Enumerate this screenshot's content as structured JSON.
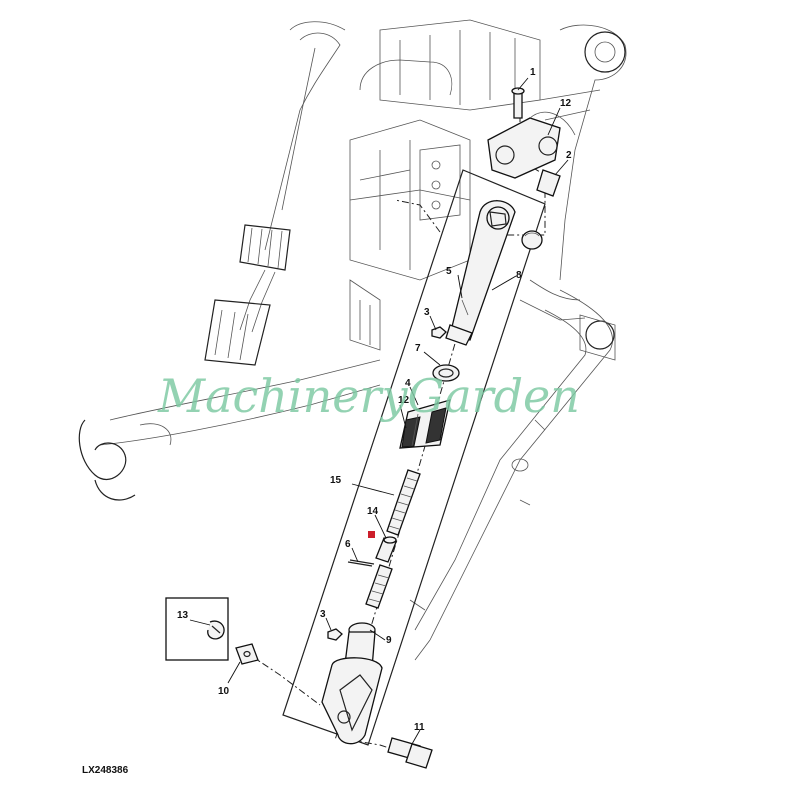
{
  "figure_id": "LX248386",
  "watermark": "MachineryGarden",
  "callouts": [
    {
      "id": "c1",
      "text": "1"
    },
    {
      "id": "c12a",
      "text": "12"
    },
    {
      "id": "c2",
      "text": "2"
    },
    {
      "id": "c8",
      "text": "8"
    },
    {
      "id": "c5",
      "text": "5"
    },
    {
      "id": "c3a",
      "text": "3"
    },
    {
      "id": "c7",
      "text": "7"
    },
    {
      "id": "c4",
      "text": "4"
    },
    {
      "id": "c12b",
      "text": "12"
    },
    {
      "id": "c15",
      "text": "15"
    },
    {
      "id": "c14",
      "text": "14"
    },
    {
      "id": "c6",
      "text": "6"
    },
    {
      "id": "c3b",
      "text": "3"
    },
    {
      "id": "c9",
      "text": "9"
    },
    {
      "id": "c13",
      "text": "13"
    },
    {
      "id": "c10",
      "text": "10"
    },
    {
      "id": "c11",
      "text": "11"
    }
  ],
  "colors": {
    "watermark": "#7cc9a2",
    "marker": "#cc1e2b",
    "line": "#222222"
  }
}
